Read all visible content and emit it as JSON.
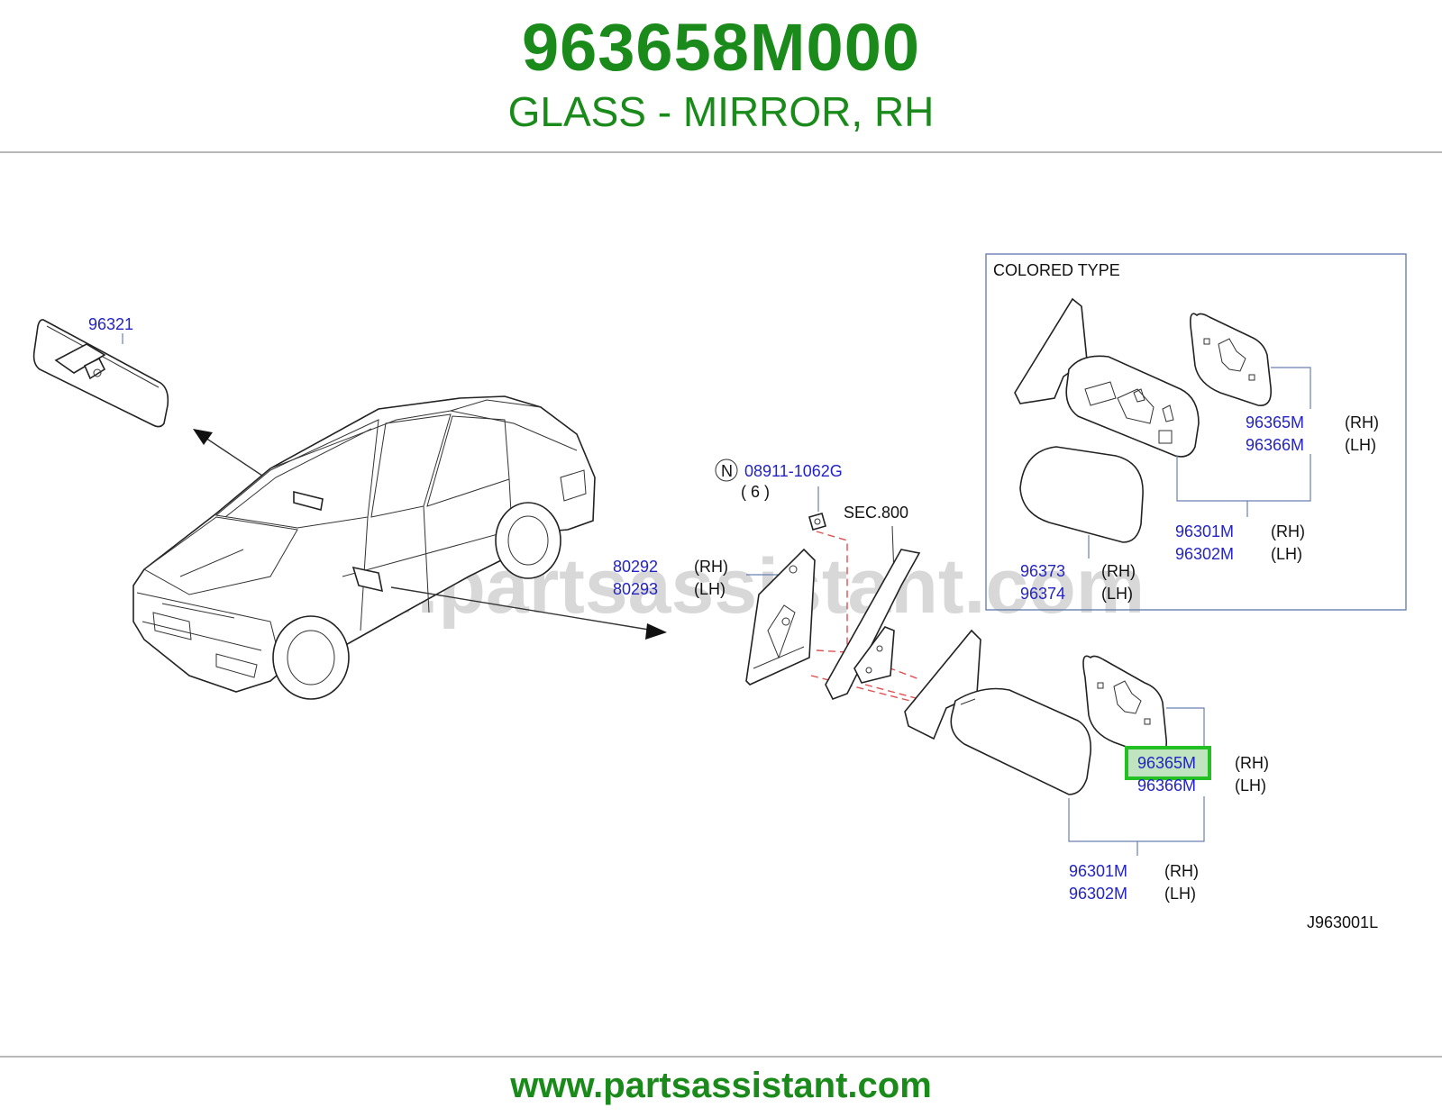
{
  "header": {
    "part_number": "963658M000",
    "part_name": "GLASS - MIRROR, RH"
  },
  "diagram": {
    "watermark": "www.partsassistant.com",
    "inset_title": "COLORED   TYPE",
    "drawing_code": "J963001L",
    "sec_ref": "SEC.800",
    "nut_symbol": "N",
    "nut_part": "08911-1062G",
    "nut_qty": "(   6   )",
    "rearview_mirror": "96321",
    "side_panel_rh": "80292",
    "side_panel_lh": "80293",
    "inset_glass_rh": "96365M",
    "inset_glass_lh": "96366M",
    "inset_assy_rh": "96301M",
    "inset_assy_lh": "96302M",
    "inset_cover_rh": "96373",
    "inset_cover_lh": "96374",
    "glass_rh": "96365M",
    "glass_lh": "96366M",
    "assy_rh": "96301M",
    "assy_lh": "96302M",
    "rh": "(RH)",
    "lh": "(LH)"
  },
  "footer": {
    "url": "www.partsassistant.com"
  },
  "colors": {
    "brand_green": "#1a8a1a",
    "part_link_blue": "#2323c8",
    "highlight_green": "#22c022"
  }
}
